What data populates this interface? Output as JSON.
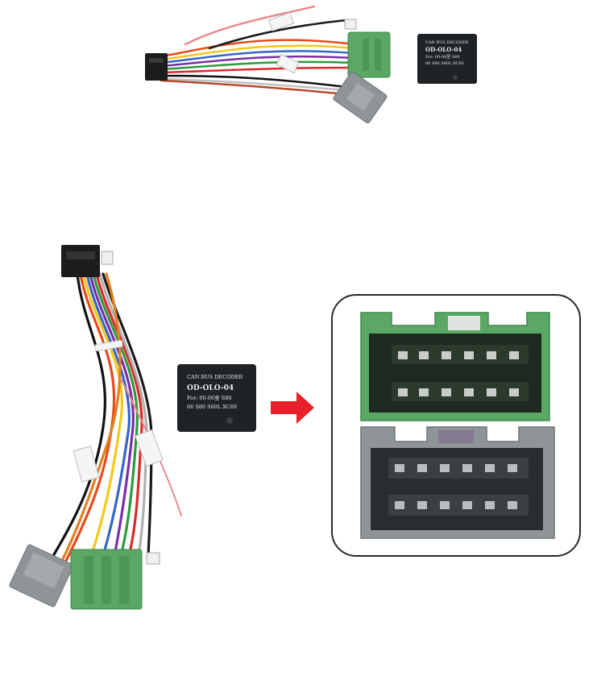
{
  "decoder_top": {
    "line1": "CAN BUS DECODER",
    "line2": "OD-OLO-04",
    "line3": "For: 00-06至 S80",
    "line4": "06 S80 S60L XC60"
  },
  "decoder_main": {
    "line1": "CAN BUS DECODER",
    "line2": "OD-OLO-04",
    "line3": "For: 00-06至 S80",
    "line4": "06 S80 S60L XC60"
  },
  "colors": {
    "green_connector": "#5aa864",
    "grey_connector": "#8e9497",
    "decoder_box": "#1f2326",
    "arrow": "#e8202a",
    "frame": "#2a2a2a"
  }
}
